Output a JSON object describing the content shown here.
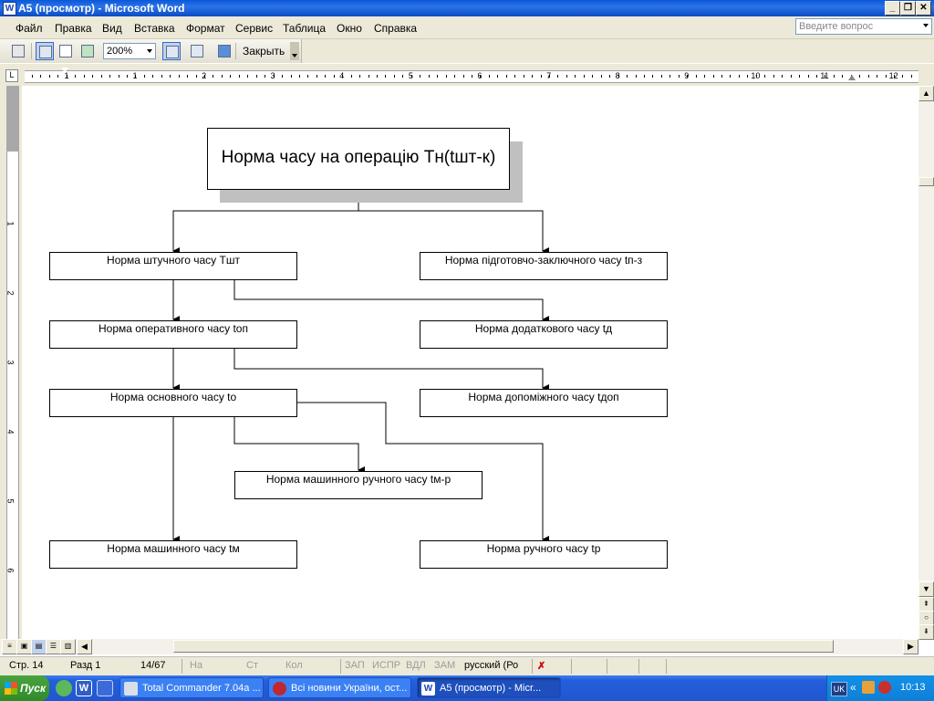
{
  "window": {
    "title": "A5 (просмотр) - Microsoft Word",
    "app_icon": "word-icon"
  },
  "menu": {
    "items": [
      "Файл",
      "Правка",
      "Вид",
      "Вставка",
      "Формат",
      "Сервис",
      "Таблица",
      "Окно",
      "Справка"
    ],
    "ask_placeholder": "Введите вопрос"
  },
  "toolbar": {
    "zoom": "200%",
    "close_label": "Закрыть"
  },
  "ruler": {
    "h_numbers": [
      "1",
      "1",
      "2",
      "3",
      "4",
      "5",
      "6",
      "7",
      "8",
      "9",
      "10",
      "11",
      "12"
    ],
    "v_numbers": [
      "1",
      "2",
      "3",
      "4",
      "5",
      "6"
    ]
  },
  "diagram": {
    "main": "Норма часу на операцію Тн(tшт-к)",
    "boxes": [
      {
        "id": "piece",
        "label": "Норма штучного часу  Тшт"
      },
      {
        "id": "prep",
        "label": "Норма підготовчо-заключного   часу  tп-з"
      },
      {
        "id": "oper",
        "label": "Норма оперативного часу  tоп"
      },
      {
        "id": "extra",
        "label": "Норма додаткового часу  tд"
      },
      {
        "id": "base",
        "label": "Норма основного часу  tо"
      },
      {
        "id": "aux",
        "label": "Норма допоміжного часу tдоп"
      },
      {
        "id": "machman",
        "label": "Норма машинного ручного часу  tм-р"
      },
      {
        "id": "mach",
        "label": "Норма машинного часу  tм"
      },
      {
        "id": "manual",
        "label": "Норма ручного часу  tр"
      }
    ]
  },
  "status": {
    "page": "Стр.  14",
    "section": "Разд  1",
    "pages": "14/67",
    "at": "На",
    "line": "Ст",
    "col": "Кол",
    "rec": "ЗАП",
    "trk": "ИСПР",
    "ext": "ВДЛ",
    "ovr": "ЗАМ",
    "language": "русский (Ро"
  },
  "taskbar": {
    "start": "Пуск",
    "tasks": [
      "Total Commander 7.04a ...",
      "Всі новини України, ост...",
      "A5 (просмотр) - Micr..."
    ],
    "lang": "UK",
    "clock": "10:13"
  }
}
